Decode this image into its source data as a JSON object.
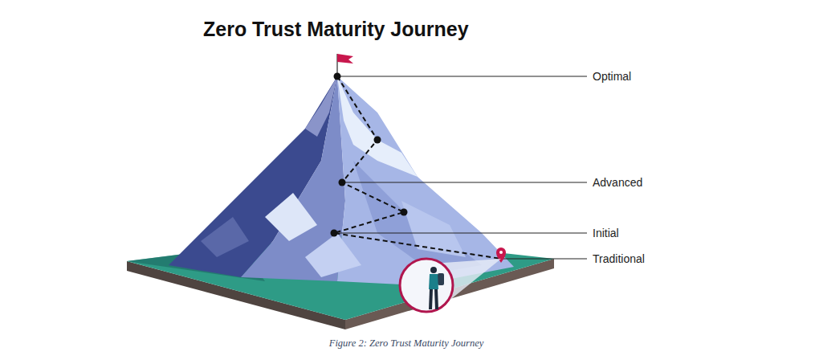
{
  "diagram": {
    "title": "Zero Trust Maturity Journey",
    "caption": "Figure 2: Zero Trust Maturity Journey",
    "labels": [
      "Optimal",
      "Advanced",
      "Initial",
      "Traditional"
    ]
  }
}
